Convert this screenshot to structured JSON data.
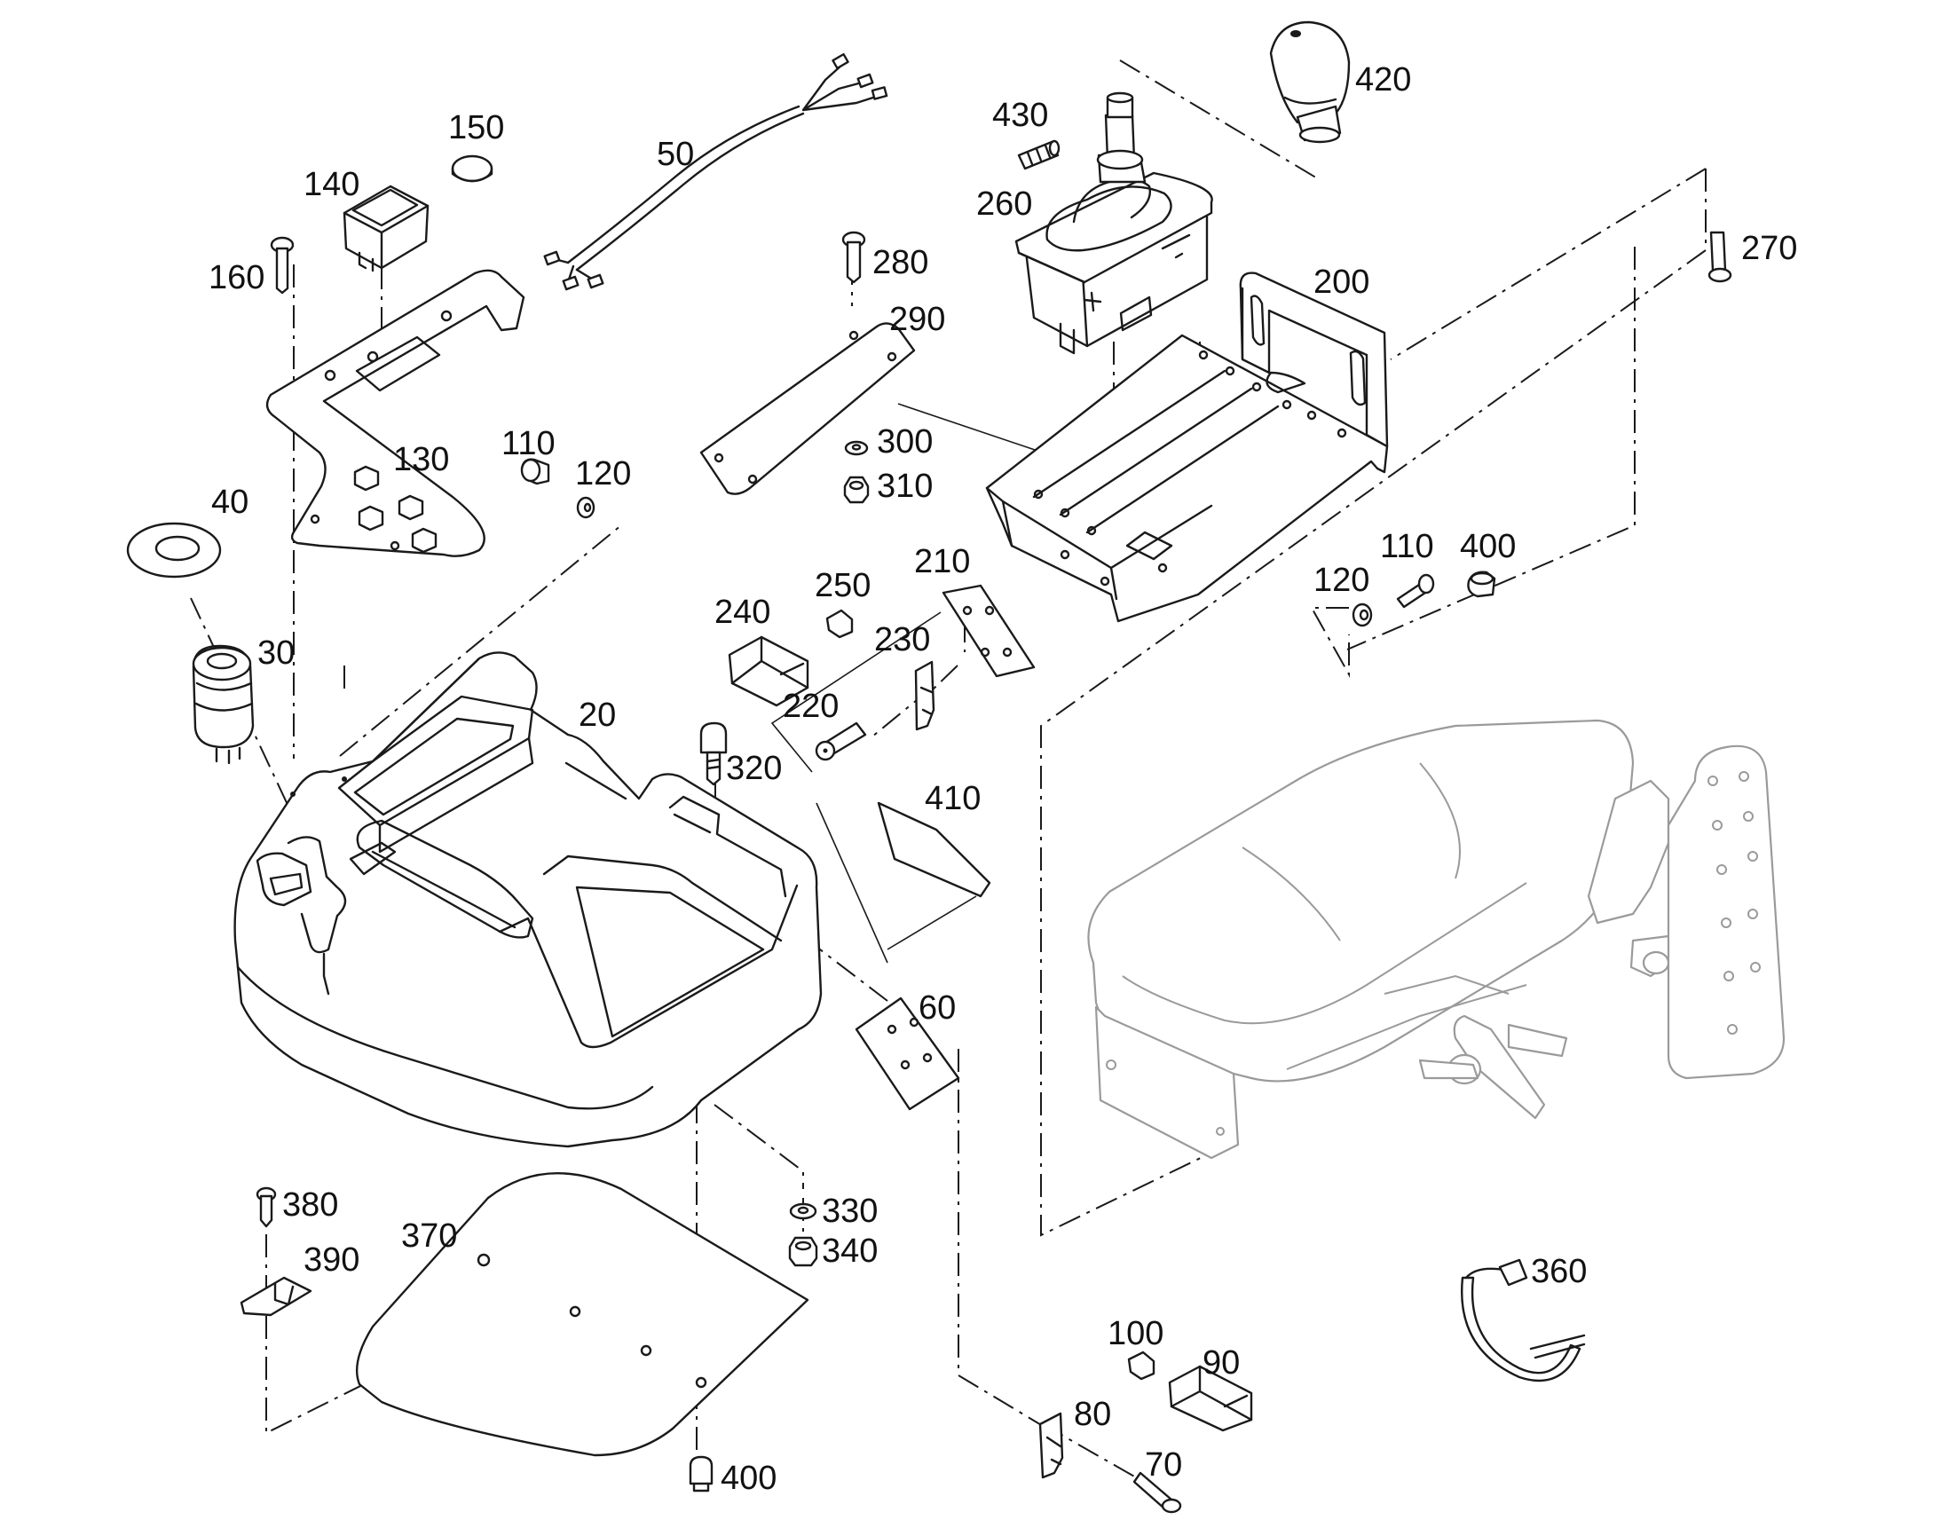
{
  "diagram": {
    "callouts": [
      {
        "id": "c20",
        "text": "20"
      },
      {
        "id": "c30",
        "text": "30"
      },
      {
        "id": "c40",
        "text": "40"
      },
      {
        "id": "c50",
        "text": "50"
      },
      {
        "id": "c60",
        "text": "60"
      },
      {
        "id": "c70",
        "text": "70"
      },
      {
        "id": "c80",
        "text": "80"
      },
      {
        "id": "c90",
        "text": "90"
      },
      {
        "id": "c100",
        "text": "100"
      },
      {
        "id": "c110a",
        "text": "110"
      },
      {
        "id": "c110b",
        "text": "110"
      },
      {
        "id": "c120a",
        "text": "120"
      },
      {
        "id": "c120b",
        "text": "120"
      },
      {
        "id": "c130",
        "text": "130"
      },
      {
        "id": "c140",
        "text": "140"
      },
      {
        "id": "c150",
        "text": "150"
      },
      {
        "id": "c160",
        "text": "160"
      },
      {
        "id": "c200",
        "text": "200"
      },
      {
        "id": "c210",
        "text": "210"
      },
      {
        "id": "c220",
        "text": "220"
      },
      {
        "id": "c230",
        "text": "230"
      },
      {
        "id": "c240",
        "text": "240"
      },
      {
        "id": "c250",
        "text": "250"
      },
      {
        "id": "c260",
        "text": "260"
      },
      {
        "id": "c270",
        "text": "270"
      },
      {
        "id": "c280",
        "text": "280"
      },
      {
        "id": "c290",
        "text": "290"
      },
      {
        "id": "c300",
        "text": "300"
      },
      {
        "id": "c310",
        "text": "310"
      },
      {
        "id": "c320",
        "text": "320"
      },
      {
        "id": "c330",
        "text": "330"
      },
      {
        "id": "c340",
        "text": "340"
      },
      {
        "id": "c360",
        "text": "360"
      },
      {
        "id": "c370",
        "text": "370"
      },
      {
        "id": "c380",
        "text": "380"
      },
      {
        "id": "c390",
        "text": "390"
      },
      {
        "id": "c400a",
        "text": "400"
      },
      {
        "id": "c400b",
        "text": "400"
      },
      {
        "id": "c410",
        "text": "410"
      },
      {
        "id": "c420",
        "text": "420"
      },
      {
        "id": "c430",
        "text": "430"
      }
    ]
  }
}
